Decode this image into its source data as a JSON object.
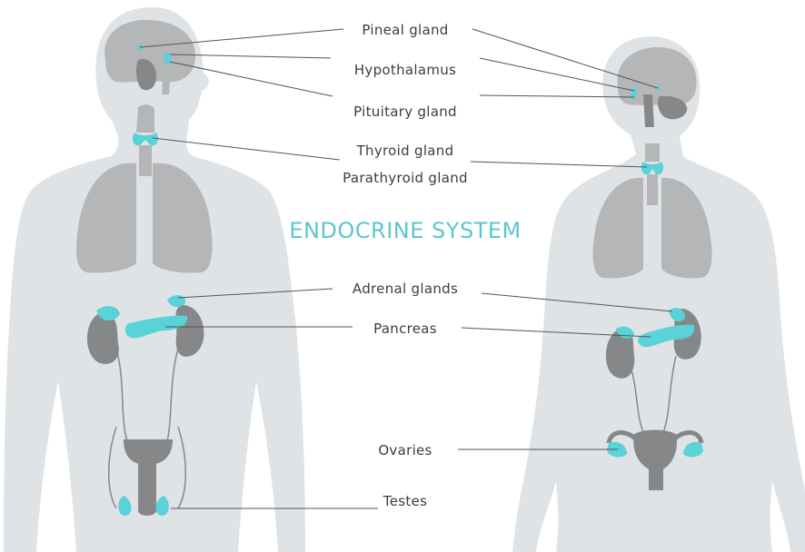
{
  "title": "ENDOCRINE SYSTEM",
  "labels": {
    "pineal": "Pineal gland",
    "hypothalamus": "Hypothalamus",
    "pituitary": "Pituitary gland",
    "thyroid": "Thyroid gland",
    "parathyroid": "Parathyroid gland",
    "adrenal": "Adrenal glands",
    "pancreas": "Pancreas",
    "ovaries": "Ovaries",
    "testes": "Testes"
  },
  "colors": {
    "body": "#dfe3e6",
    "organ_light": "#b4b6b8",
    "organ_dark": "#858789",
    "gland": "#59d2d8",
    "title": "#5cc6cf",
    "leader": "#555555"
  }
}
